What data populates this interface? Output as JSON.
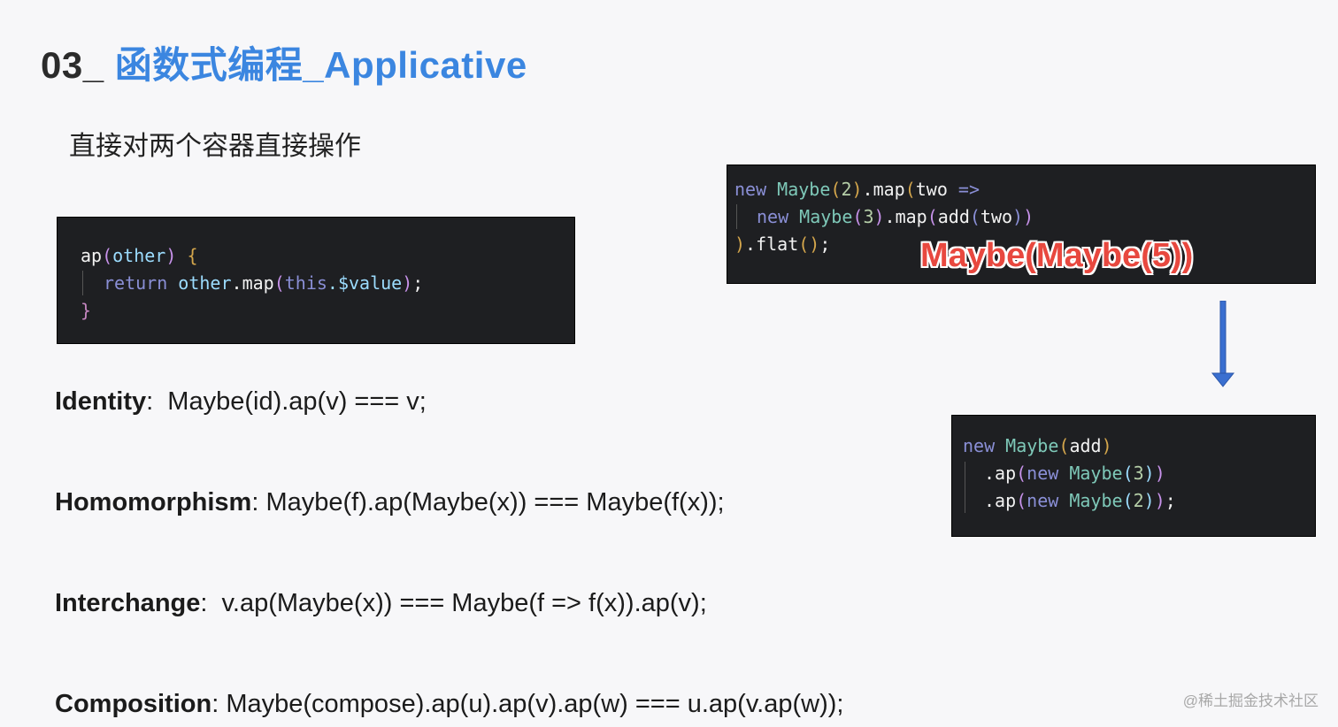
{
  "title": {
    "number": "03_",
    "text": "函数式编程_Applicative"
  },
  "subtitle": "直接对两个容器直接操作",
  "code_ap": {
    "line1": {
      "fn": "ap",
      "lp": "(",
      "arg": "other",
      "rp": ")",
      "brace": " {"
    },
    "line2": {
      "kw": "return",
      "obj": "other",
      "dot": ".",
      "method": "map",
      "lp": "(",
      "this": "this",
      "prop": ".$value",
      "rp": ")",
      "semi": ";"
    },
    "line3": {
      "brace": "}"
    }
  },
  "code_flat": {
    "line1": {
      "kw": "new",
      "cls": "Maybe",
      "lp": "(",
      "num": "2",
      "rp": ")",
      "map": ".map",
      "lp2": "(",
      "arg": "two",
      "arrow": " =>"
    },
    "line2": {
      "kw": "new",
      "cls": "Maybe",
      "lp": "(",
      "num": "3",
      "rp": ")",
      "map": ".map",
      "lp2": "(",
      "fn": "add",
      "lp3": "(",
      "arg": "two",
      "rp3": ")",
      "rp2": ")"
    },
    "line3": {
      "rp": ")",
      "flat": ".flat",
      "call": "()",
      "semi": ";"
    }
  },
  "overlay_text": "Maybe(Maybe(5))",
  "code_ap_chain": {
    "line1": {
      "kw": "new",
      "cls": "Maybe",
      "lp": "(",
      "fn": "add",
      "rp": ")"
    },
    "line2": {
      "ap": ".ap",
      "lp": "(",
      "kw": "new",
      "cls": "Maybe",
      "lp2": "(",
      "num": "3",
      "rp2": ")",
      "rp": ")"
    },
    "line3": {
      "ap": ".ap",
      "lp": "(",
      "kw": "new",
      "cls": "Maybe",
      "lp2": "(",
      "num": "2",
      "rp2": ")",
      "rp": ")",
      "semi": ";"
    }
  },
  "laws": [
    {
      "name": "Identity",
      "sep": ":",
      "formula": "  Maybe(id).ap(v) === v;"
    },
    {
      "name": "Homomorphism",
      "sep": ":",
      "formula": " Maybe(f).ap(Maybe(x)) === Maybe(f(x));"
    },
    {
      "name": "Interchange",
      "sep": ":",
      "formula": "  v.ap(Maybe(x)) === Maybe(f => f(x)).ap(v);"
    },
    {
      "name": "Composition",
      "sep": ":",
      "formula": " Maybe(compose).ap(u).ap(v).ap(w) === u.ap(v.ap(w));"
    }
  ],
  "watermark": "@稀土掘金技术社区",
  "colors": {
    "title_blue": "#3b86e0",
    "overlay_red": "#e8483f",
    "arrow_blue": "#3a6fd0",
    "code_bg": "#1e1f22"
  }
}
